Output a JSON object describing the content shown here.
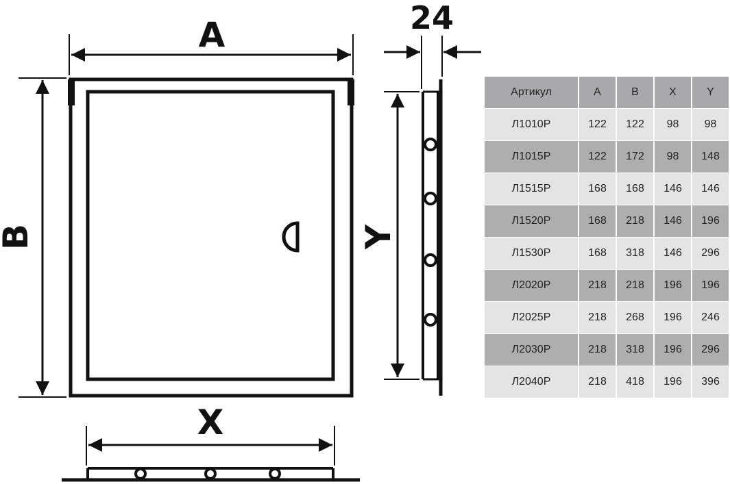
{
  "dimensions": {
    "a": "A",
    "b": "B",
    "x": "X",
    "y": "Y",
    "depth": "24"
  },
  "colors": {
    "line": "#111111",
    "header_bg": "#a9a9ac",
    "row_light": "#e4e4e4",
    "row_dark": "#aeaeaf"
  },
  "table": {
    "headers": [
      "Артикул",
      "A",
      "B",
      "X",
      "Y"
    ],
    "rows": [
      [
        "Л1010Р",
        "122",
        "122",
        "98",
        "98"
      ],
      [
        "Л1015Р",
        "122",
        "172",
        "98",
        "148"
      ],
      [
        "Л1515Р",
        "168",
        "168",
        "146",
        "146"
      ],
      [
        "Л1520Р",
        "168",
        "218",
        "146",
        "196"
      ],
      [
        "Л1530Р",
        "168",
        "318",
        "146",
        "296"
      ],
      [
        "Л2020Р",
        "218",
        "218",
        "196",
        "196"
      ],
      [
        "Л2025Р",
        "218",
        "268",
        "196",
        "246"
      ],
      [
        "Л2030Р",
        "218",
        "318",
        "196",
        "296"
      ],
      [
        "Л2040Р",
        "218",
        "418",
        "196",
        "396"
      ]
    ]
  }
}
